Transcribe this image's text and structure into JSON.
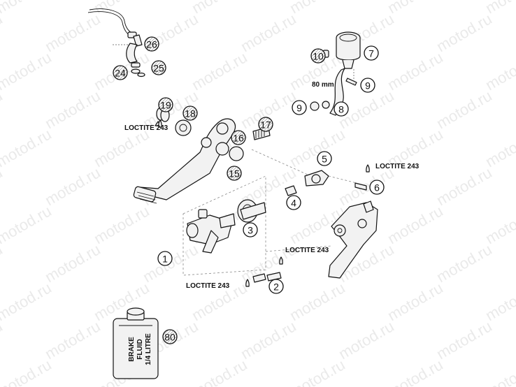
{
  "watermark": "motod.ru",
  "callouts": [
    {
      "id": "1",
      "style": "plain"
    },
    {
      "id": "2",
      "style": "plain"
    },
    {
      "id": "3",
      "style": "plain"
    },
    {
      "id": "4",
      "style": "plain"
    },
    {
      "id": "5",
      "style": "plain"
    },
    {
      "id": "6",
      "style": "plain"
    },
    {
      "id": "7",
      "style": "plain"
    },
    {
      "id": "8",
      "style": "plain"
    },
    {
      "id": "9",
      "style": "plain"
    },
    {
      "id": "9",
      "style": "plain"
    },
    {
      "id": "10",
      "style": "hatched"
    },
    {
      "id": "15",
      "style": "hatched"
    },
    {
      "id": "16",
      "style": "hatched"
    },
    {
      "id": "17",
      "style": "hatched"
    },
    {
      "id": "18",
      "style": "hatched"
    },
    {
      "id": "19",
      "style": "hatched"
    },
    {
      "id": "24",
      "style": "hatched"
    },
    {
      "id": "25",
      "style": "hatched"
    },
    {
      "id": "26",
      "style": "hatched"
    },
    {
      "id": "80",
      "style": "hatched"
    }
  ],
  "loctite_labels": [
    "LOCTITE 243",
    "LOCTITE 243",
    "LOCTITE 243",
    "LOCTITE 243"
  ],
  "dimension_label": "80 mm",
  "bottle_text": [
    "BRAKE",
    "FLUID",
    "1/4 LITRE"
  ]
}
